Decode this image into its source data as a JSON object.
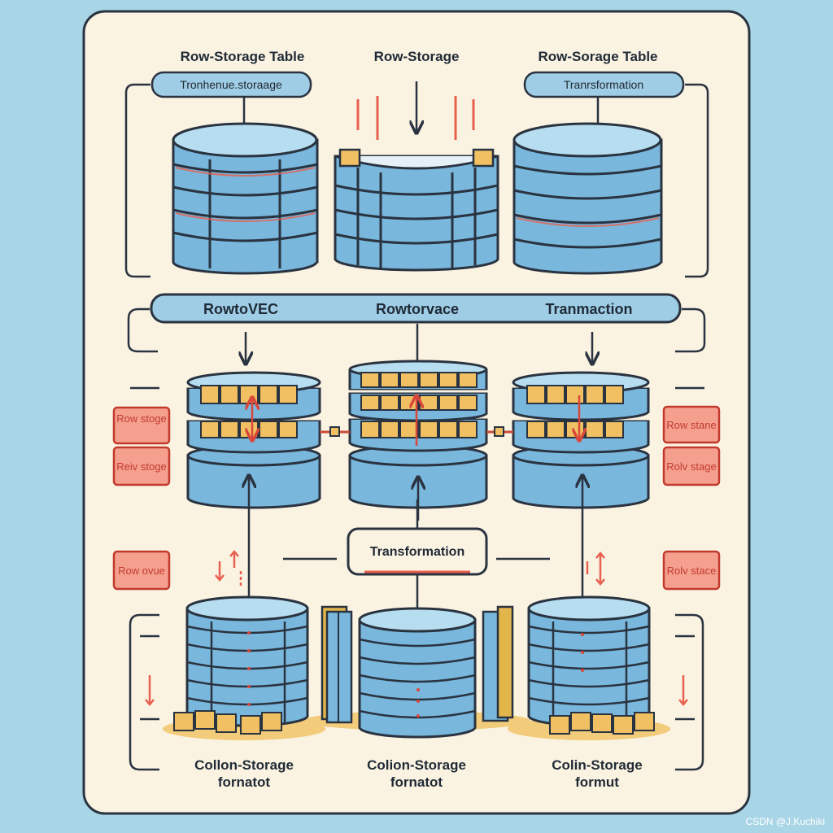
{
  "top": {
    "titles": [
      "Row-Storage Table",
      "Row-Storage",
      "Row-Sorage Table"
    ],
    "pills": [
      "Tronhenue.storaage",
      "Tranrsformation"
    ]
  },
  "middle": {
    "bar_labels": [
      "RowtoVEC",
      "Rowtorvace",
      "Tranmaction"
    ]
  },
  "side_tags": {
    "left": [
      "Row stoge",
      "Reiv stoge",
      "Row ovue"
    ],
    "right": [
      "Row stane",
      "Rolv stage",
      "Rolv stace"
    ]
  },
  "center_box": {
    "label": "Transformation"
  },
  "bottom": {
    "labels": [
      [
        "Collon-Storage",
        "fornatot"
      ],
      [
        "Colion-Storage",
        "fornatot"
      ],
      [
        "Colin-Storage",
        "formut"
      ]
    ]
  },
  "watermark": "CSDN @J.Kuchiki",
  "colors": {
    "background": "#a9d6e6",
    "panel": "#fbf3e2",
    "outline": "#2a3340",
    "cylinder": "#79b7dd",
    "cylinder_top": "#b7def0",
    "cube": "#f0c062",
    "accent_red": "#e8604f",
    "tag_fill": "#f5a08f"
  }
}
